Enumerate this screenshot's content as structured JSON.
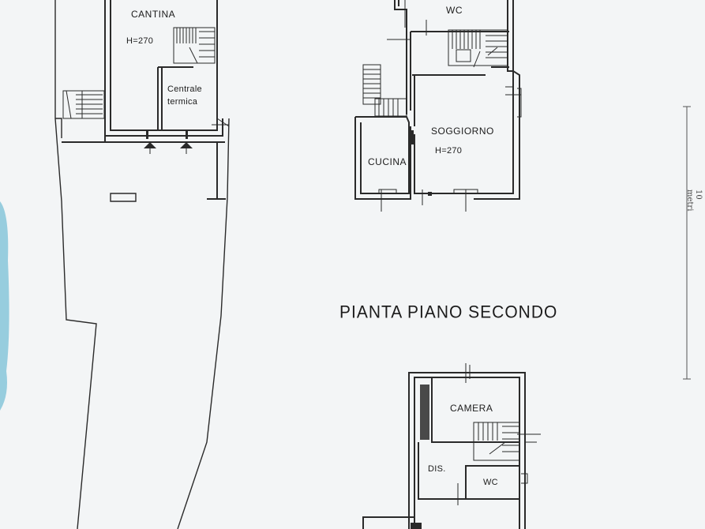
{
  "title": "PIANTA  PIANO SECONDO",
  "scale_label": "10 metri",
  "rooms": {
    "cantina": "CANTINA",
    "cantina_height": "H=270",
    "centrale_line1": "Centrale",
    "centrale_line2": "termica",
    "wc_top": "WC",
    "soggiorno": "SOGGIORNO",
    "soggiorno_height": "H=270",
    "cucina": "CUCINA",
    "camera": "CAMERA",
    "dis": "DIS.",
    "wc_bottom": "WC"
  },
  "colors": {
    "line": "#2a2a2a",
    "paper": "#f3f5f6",
    "edge_blue": "#7fc3d8"
  }
}
